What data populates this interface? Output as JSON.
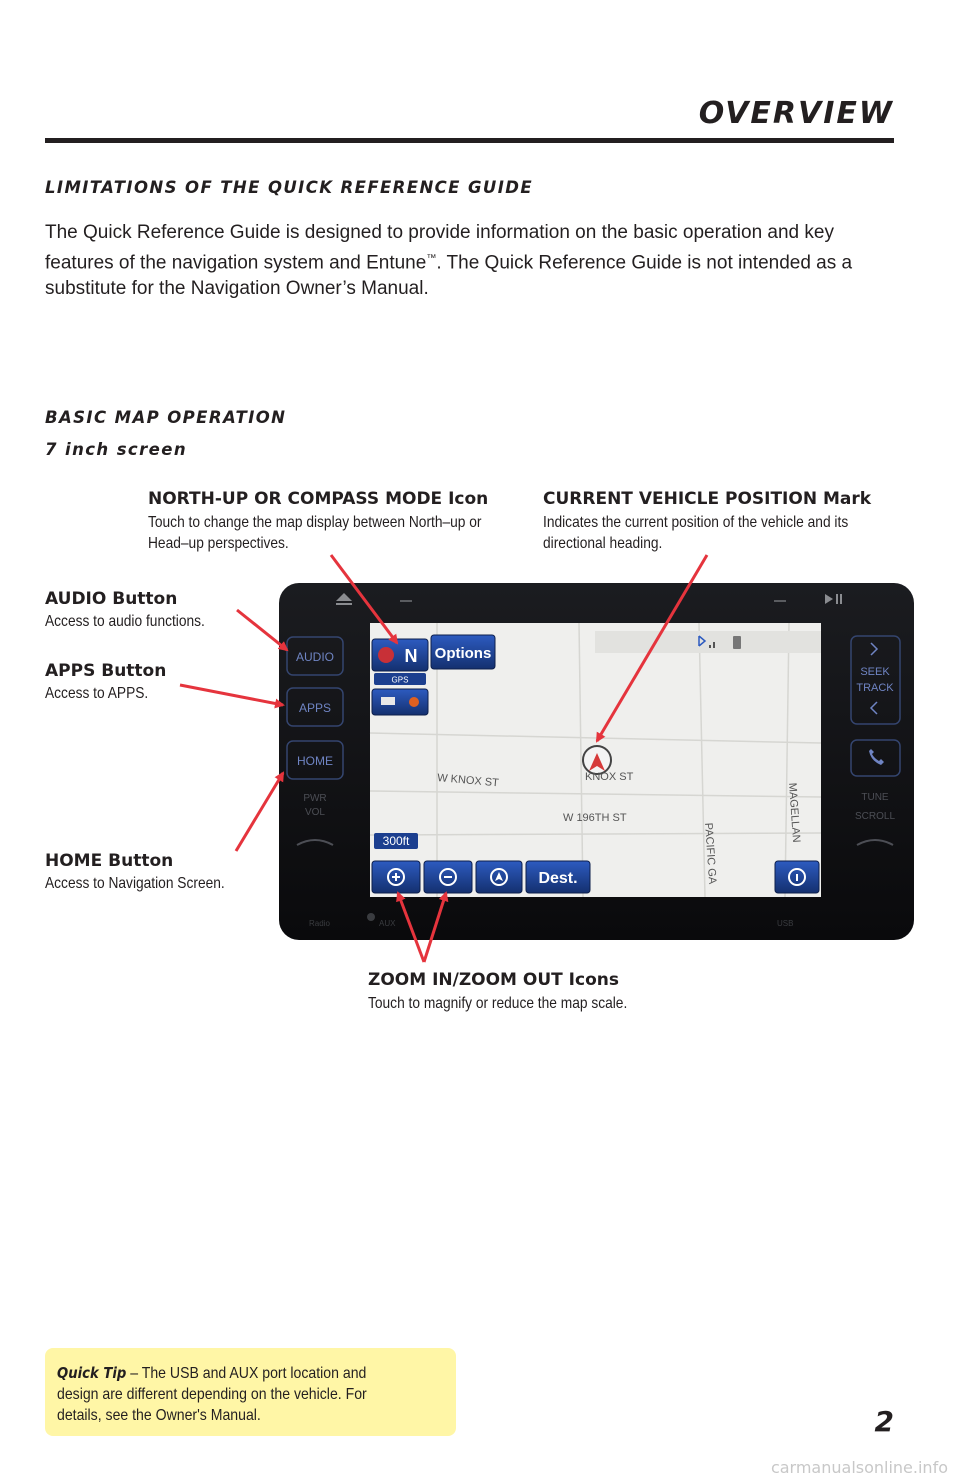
{
  "header": {
    "title": "OVERVIEW"
  },
  "limitations": {
    "heading": "LIMITATIONS OF THE QUICK REFERENCE GUIDE",
    "body_before_tm": "The Quick Reference Guide is designed to provide information on the basic operation and key features of the navigation system and  Entune",
    "tm": "™",
    "body_after_tm": ". The Quick Reference Guide is not intended as a substitute for the Navigation Owner’s Manual."
  },
  "basic_map": {
    "heading": "BASIC MAP OPERATION",
    "subheading": "7 inch screen"
  },
  "callouts": {
    "north_up": {
      "title": "NORTH-UP OR COMPASS MODE Icon",
      "desc": "Touch to change the map display between North–up or Head–up perspectives."
    },
    "vehicle_position": {
      "title": "CURRENT VEHICLE POSITION Mark",
      "desc": "Indicates the current position of the vehicle and its directional heading."
    },
    "audio": {
      "title": "AUDIO Button",
      "desc": "Access to audio functions."
    },
    "apps": {
      "title": "APPS Button",
      "desc": "Access to APPS."
    },
    "home": {
      "title": "HOME Button",
      "desc": "Access to Navigation Screen."
    },
    "zoom": {
      "title": "ZOOM IN/ZOOM OUT Icons",
      "desc": "Touch to magnify or reduce the map scale."
    }
  },
  "screen": {
    "left_buttons": [
      "AUDIO",
      "APPS",
      "HOME",
      "PWR",
      "VOL"
    ],
    "right_buttons": [
      "SEEK",
      "TRACK",
      "TUNE",
      "SCROLL"
    ],
    "compass_letter": "N",
    "gps_label": "GPS",
    "options_label": "Options",
    "scale_label": "300ft",
    "dest_label": "Dest.",
    "streets": [
      "W KNOX ST",
      "KNOX ST",
      "W 196TH ST",
      "PACIFIC GA",
      "MAGELLAN"
    ],
    "bottom_labels": [
      "Radio",
      "AUX",
      "USB"
    ],
    "colors": {
      "bezel": "#0e0f12",
      "map_bg": "#efefed",
      "button_blue": "#1c3f8f",
      "arrow_red": "#e5343d"
    }
  },
  "quick_tip": {
    "label": "Quick Tip",
    "text": " – The USB and AUX port location and design are different depending on the vehicle.  For details, see the Owner's Manual."
  },
  "page_number": "2",
  "watermark": "carmanualsonline.info"
}
